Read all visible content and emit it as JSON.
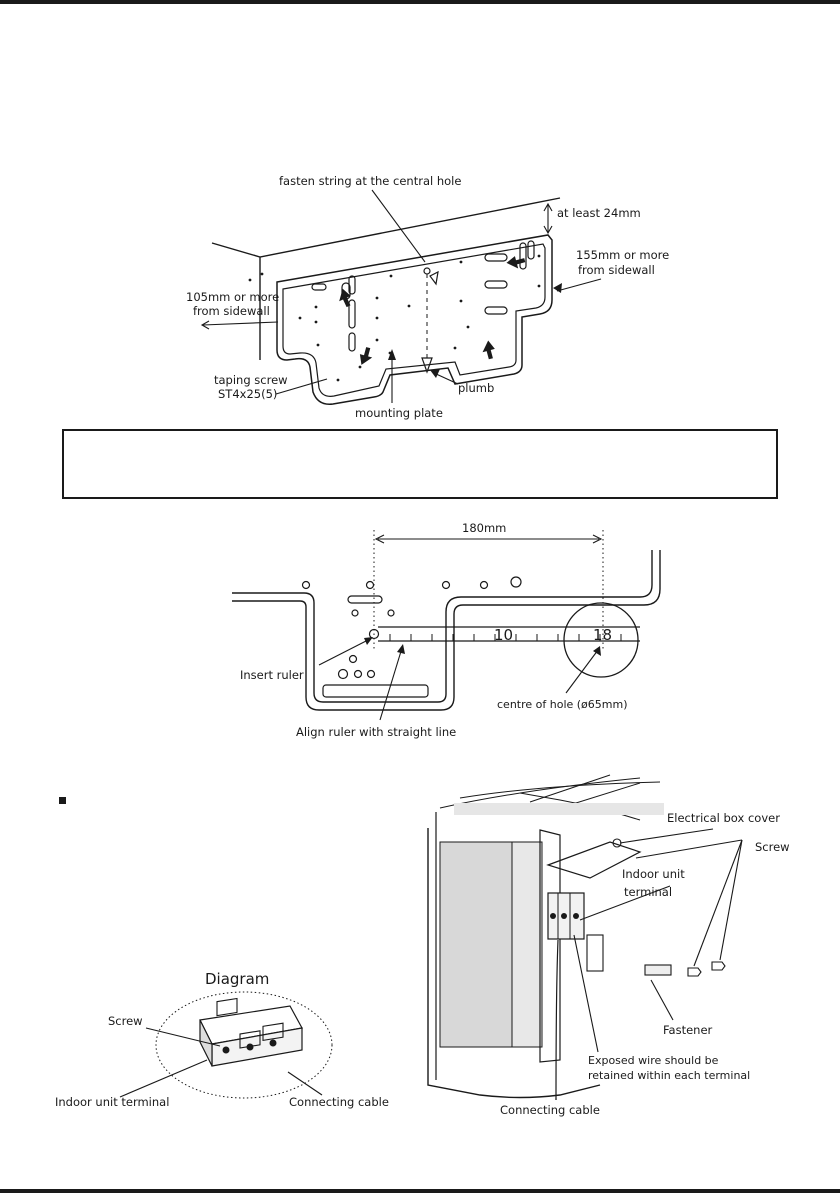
{
  "figure1": {
    "fasten_string": "fasten string at the central hole",
    "at_least": "at least 24mm",
    "right_clearance_1": "155mm or more",
    "right_clearance_2": "from sidewall",
    "left_clearance_1": "105mm or more",
    "left_clearance_2": "from sidewall",
    "screw_1": "taping screw",
    "screw_2": "ST4x25(5)",
    "plumb": "plumb",
    "mounting_plate": "mounting plate"
  },
  "notice": {
    "text": ""
  },
  "figure2": {
    "dimension": "180mm",
    "ruler_10": "10",
    "ruler_18": "18",
    "insert_ruler": "Insert ruler",
    "align_ruler": "Align ruler with straight line",
    "centre_hole": "centre of hole (ø65mm)"
  },
  "figure3": {
    "electrical_box_cover": "Electrical box cover",
    "screw": "Screw",
    "indoor_terminal_1": "Indoor unit",
    "indoor_terminal_2": "terminal",
    "fastener": "Fastener",
    "exposed_1": "Exposed wire should be",
    "exposed_2": "retained within each terminal",
    "connecting_cable": "Connecting cable"
  },
  "figure4": {
    "title": "Diagram",
    "screw": "Screw",
    "indoor_terminal": "Indoor unit terminal",
    "connecting_cable": "Connecting cable"
  }
}
